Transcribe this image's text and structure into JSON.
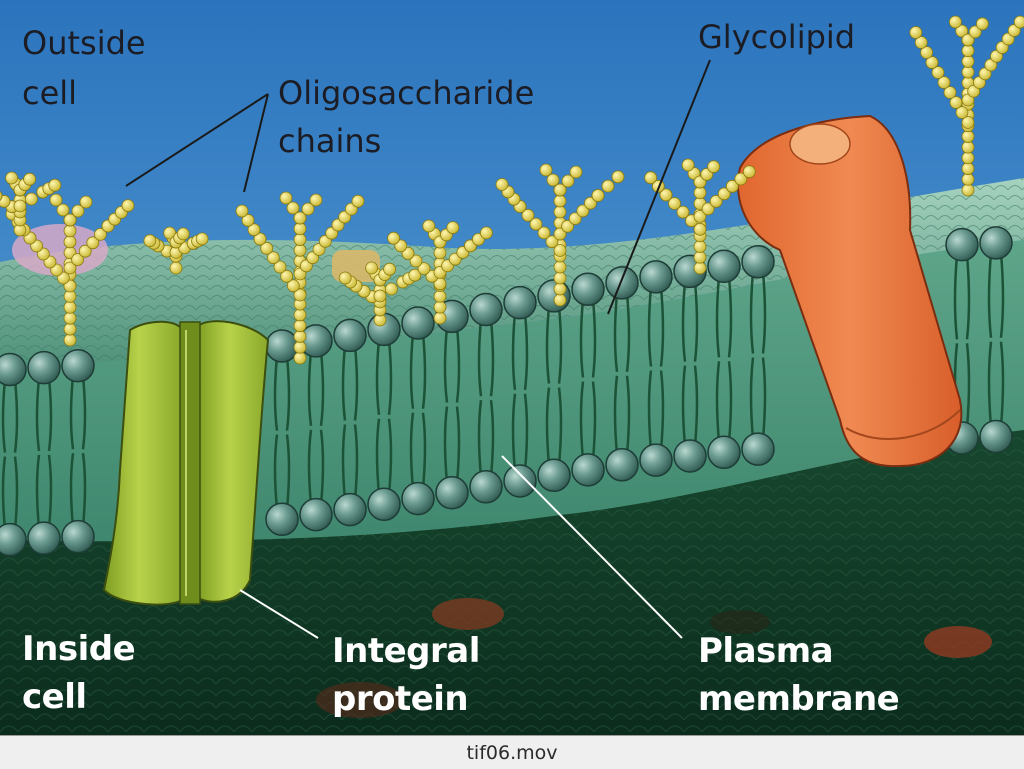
{
  "labels": {
    "outside_cell": [
      "Outside",
      "cell"
    ],
    "oligosaccharide_chains": [
      "Oligosaccharide",
      "chains"
    ],
    "glycolipid": "Glycolipid",
    "inside_cell": [
      "Inside",
      "cell"
    ],
    "integral_protein": [
      "Integral",
      "protein"
    ],
    "plasma_membrane": [
      "Plasma",
      "membrane"
    ]
  },
  "caption": "tif06.mov",
  "colors": {
    "sky_top": "#2e78c0",
    "sky_bottom": "#86c0dc",
    "membrane_surface": "#6fae96",
    "lipid_head": "#4d8478",
    "lipid_tail": "#1f5a3a",
    "interior": "#0f3a26",
    "integral_protein": "#a7c43a",
    "orange_protein": "#ea7a43",
    "sugar": "#e6d858"
  }
}
